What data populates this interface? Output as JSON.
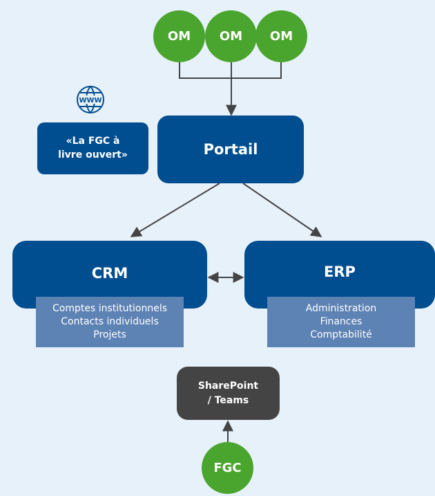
{
  "om_nodes": [
    {
      "label": "OM"
    },
    {
      "label": "OM"
    },
    {
      "label": "OM"
    }
  ],
  "web_icon": {
    "icon": "www-globe-icon",
    "text": "WWW"
  },
  "fgc_open_book": {
    "line1": "«La FGC à",
    "line2": "livre ouvert»"
  },
  "portail": {
    "label": "Portail"
  },
  "crm": {
    "label": "CRM",
    "items": [
      "Comptes institutionnels",
      "Contacts individuels",
      "Projets"
    ]
  },
  "erp": {
    "label": "ERP",
    "items": [
      "Administration",
      "Finances",
      "Comptabilité"
    ]
  },
  "sharepoint": {
    "line1": "SharePoint",
    "line2": "/ Teams"
  },
  "fgc": {
    "label": "FGC"
  },
  "colors": {
    "background": "#e7f1fa",
    "primary_blue": "#004d8f",
    "secondary_blue": "#5d82b4",
    "green": "#4aa52e",
    "dark_gray": "#444444",
    "arrow": "#444444"
  }
}
